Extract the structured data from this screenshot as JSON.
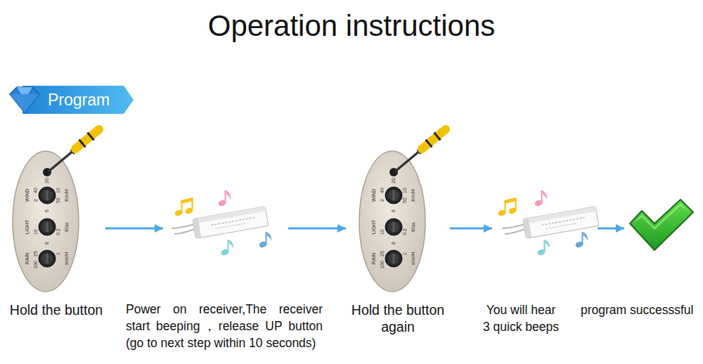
{
  "diagram": {
    "title": "Operation instructions",
    "nodes": [
      {
        "text": [
          "Program"
        ]
      },
      {
        "text": [
          "Hold the button"
        ]
      },
      {
        "text": [
          "Power on receiver,The receiver start beeping，release UP button (go to next step within 10 seconds)"
        ]
      },
      {
        "text": [
          "Hold the button again"
        ]
      },
      {
        "text": [
          "You will hear 3 quick beeps"
        ]
      },
      {
        "text": [
          "program successsful"
        ]
      }
    ],
    "edges": [
      {
        "from": 1,
        "to": 2,
        "arrow": "to"
      },
      {
        "from": 2,
        "to": 3,
        "arrow": "to"
      },
      {
        "from": 3,
        "to": 4,
        "arrow": "to"
      },
      {
        "from": 4,
        "to": 5,
        "arrow": "to"
      }
    ],
    "labels": [
      "WIND",
      "20",
      "2",
      "40",
      "10",
      "50",
      "Km/H",
      "LIGHT",
      "6",
      "10",
      "0.2",
      "Klux",
      "RAIN",
      "25",
      "8",
      "1",
      "100",
      "mm/H",
      "WIND",
      "20",
      "2",
      "40",
      "10",
      "50",
      "Km/H",
      "LIGHT",
      "6",
      "10",
      "0.2",
      "Klux",
      "RAIN",
      "25",
      "8",
      "1",
      "100",
      "mm/H"
    ]
  }
}
